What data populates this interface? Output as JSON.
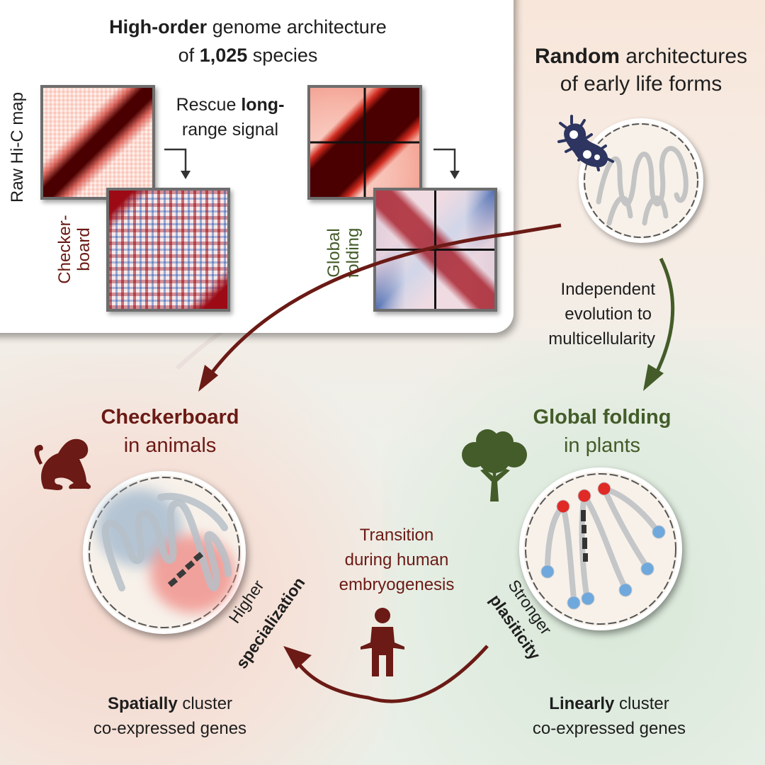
{
  "colors": {
    "animal": "#6b1a15",
    "plant": "#435c29",
    "bacteria": "#2d3560",
    "hic_dark": "#4a0000",
    "hic_red": "#d7301f",
    "hic_blue": "#1c4ea0",
    "compartment_red": "#e23a2d",
    "compartment_blue": "#6ea7dc"
  },
  "panel": {
    "title_bold": "High-order",
    "title_rest": "genome architecture",
    "subtitle_pre": "of",
    "subtitle_bold": "1,025",
    "subtitle_post": "species",
    "raw_label": "Raw Hi-C map",
    "rescue_pre": "Rescue",
    "rescue_bold": "long-",
    "rescue_line2": "range signal",
    "checker_label_1": "Checker-",
    "checker_label_2": "board",
    "global_label_1": "Global",
    "global_label_2": "folding"
  },
  "early": {
    "title_bold": "Random",
    "title_rest": "architectures",
    "title_line2": "of early life forms",
    "icon": "bacteria-icon"
  },
  "evolution": {
    "line1": "Independent",
    "line2": "evolution to",
    "line3": "multicellularity"
  },
  "animals": {
    "title_bold": "Checkerboard",
    "title_line2": "in animals",
    "icon": "monkey-icon",
    "trait_1": "Higher",
    "trait_2": "specialization",
    "footer_bold": "Spatially",
    "footer_rest": "cluster",
    "footer_line2": "co-expressed genes"
  },
  "plants": {
    "title_bold": "Global folding",
    "title_line2": "in plants",
    "icon": "tree-icon",
    "trait_1": "Stronger",
    "trait_2": "plasiticity",
    "footer_bold": "Linearly",
    "footer_rest": "cluster",
    "footer_line2": "co-expressed genes"
  },
  "transition": {
    "line1": "Transition",
    "line2": "during human",
    "line3": "embryogenesis",
    "icon": "human-icon"
  }
}
